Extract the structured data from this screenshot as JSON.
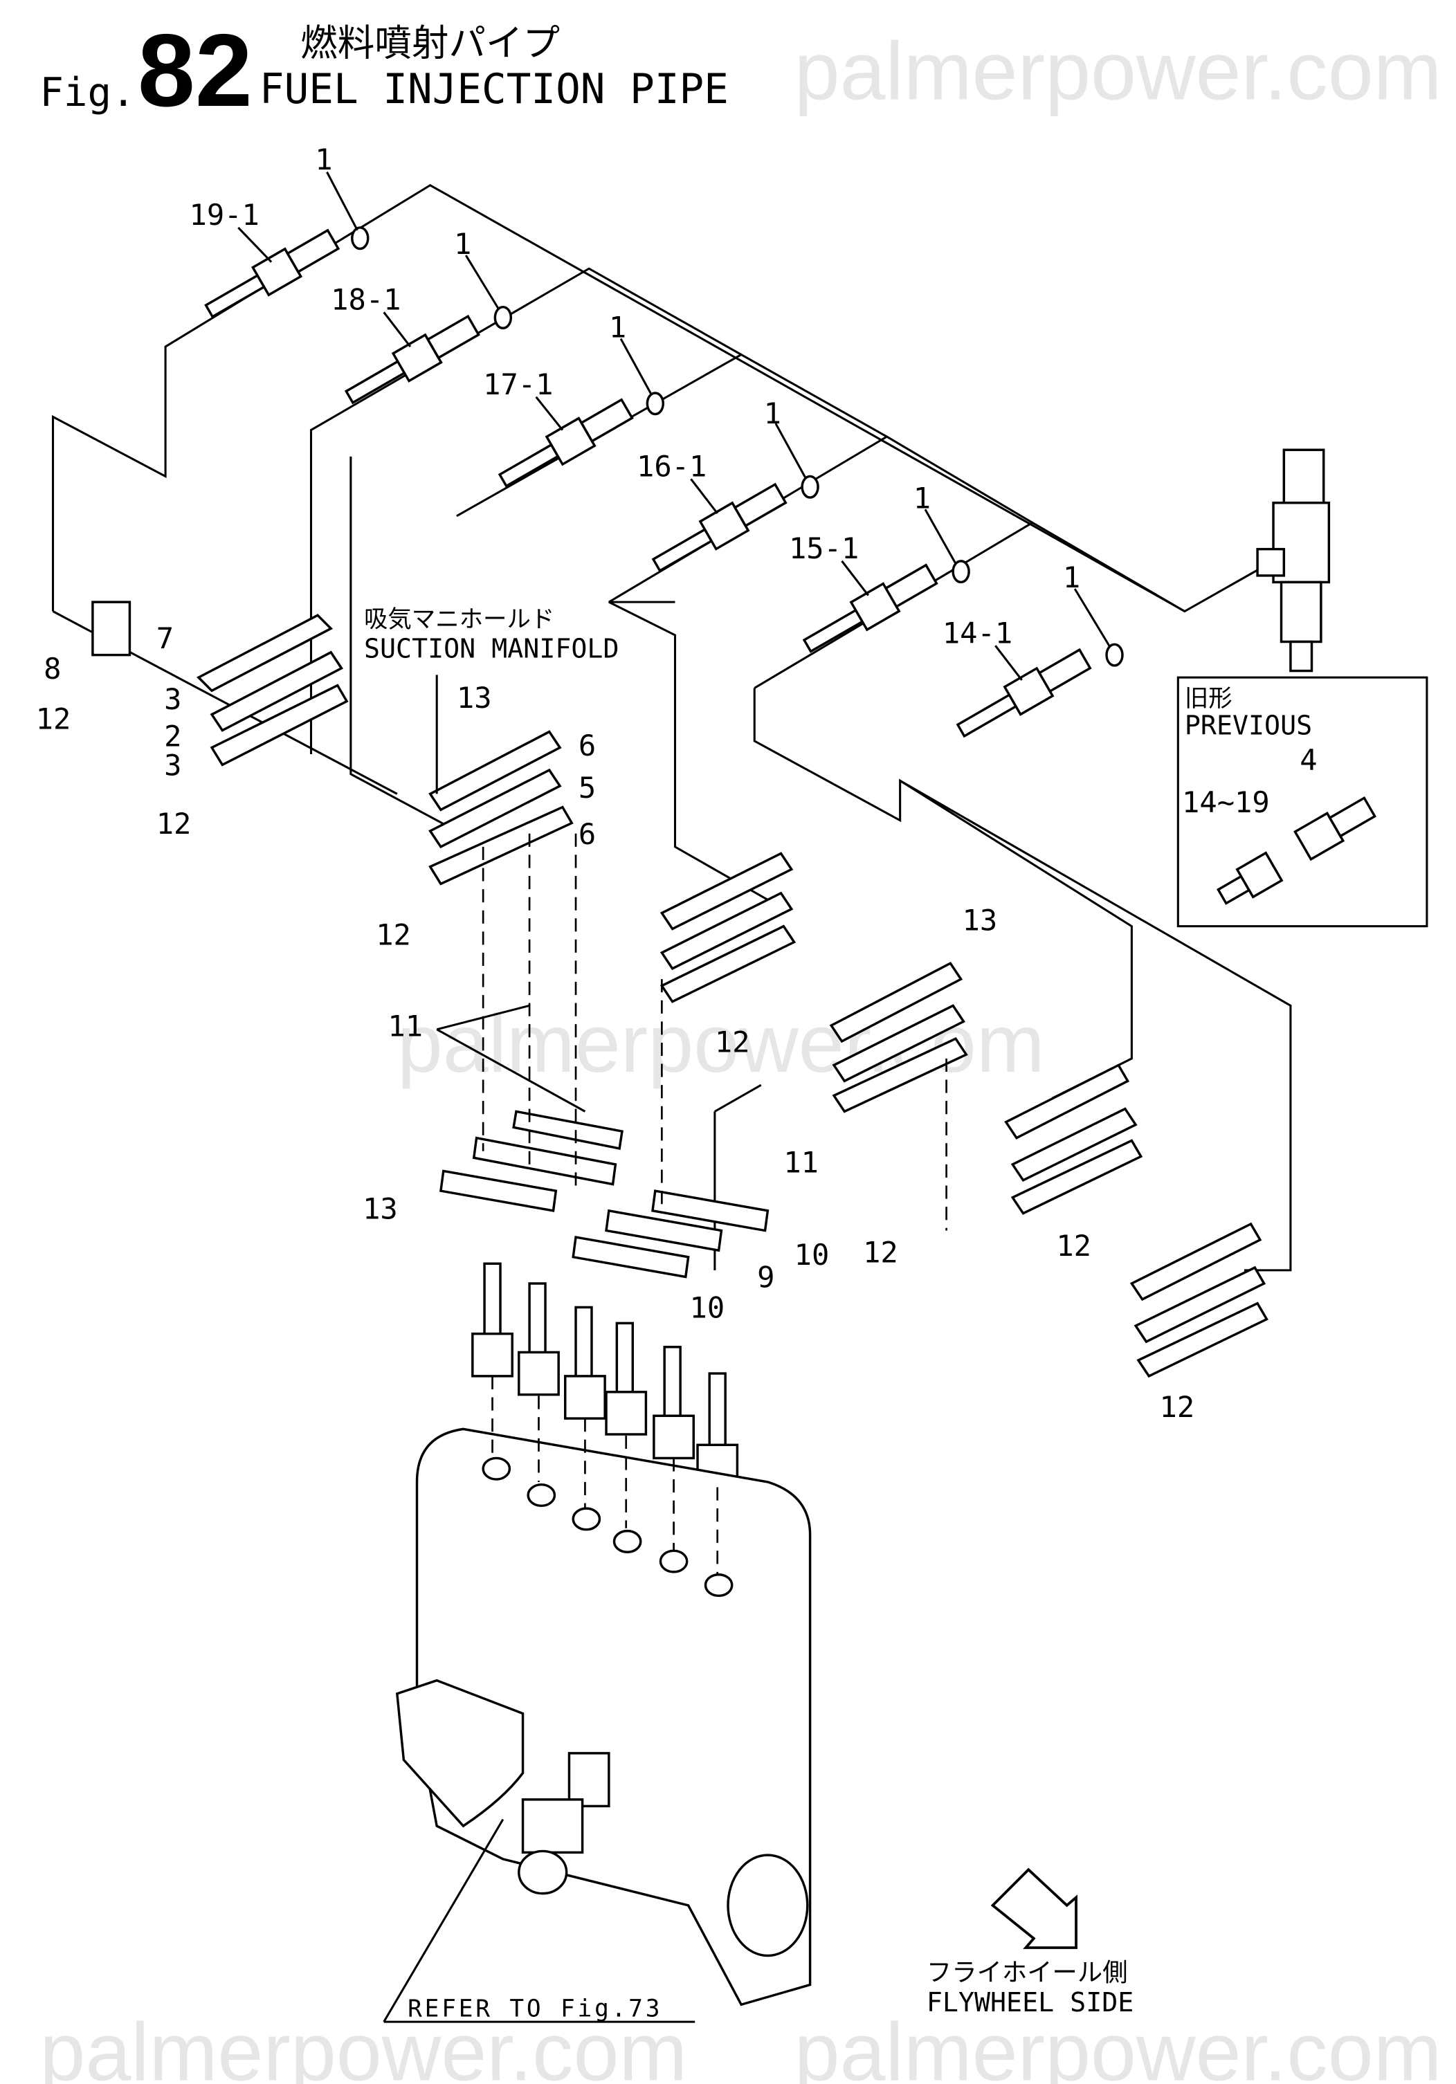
{
  "figure": {
    "prefix": "Fig.",
    "number": "82",
    "title_jp": "燃料噴射パイプ",
    "title_en": "FUEL INJECTION PIPE"
  },
  "watermark": "palmerpower.com",
  "callouts": {
    "oring": [
      "1",
      "1",
      "1",
      "1",
      "1",
      "1"
    ],
    "pipes": [
      "19-1",
      "18-1",
      "17-1",
      "16-1",
      "15-1",
      "14-1"
    ],
    "clamps_left": [
      "7",
      "8",
      "3",
      "2",
      "3",
      "12",
      "12"
    ],
    "clamps_center": [
      "13",
      "6",
      "5",
      "6",
      "12"
    ],
    "lower": [
      "11",
      "13",
      "12",
      "11",
      "13",
      "10",
      "9",
      "10",
      "12",
      "12",
      "12"
    ]
  },
  "suction_manifold": {
    "jp": "吸気マニホールド",
    "en": "SUCTION MANIFOLD"
  },
  "previous_box": {
    "jp": "旧形",
    "en": "PREVIOUS",
    "part_a": "4",
    "part_b": "14~19"
  },
  "refer": "REFER TO Fig.73",
  "flywheel": {
    "jp": "フライホイール側",
    "en": "FLYWHEEL SIDE"
  },
  "icons": {
    "direction": "arrow-down-right-icon"
  }
}
